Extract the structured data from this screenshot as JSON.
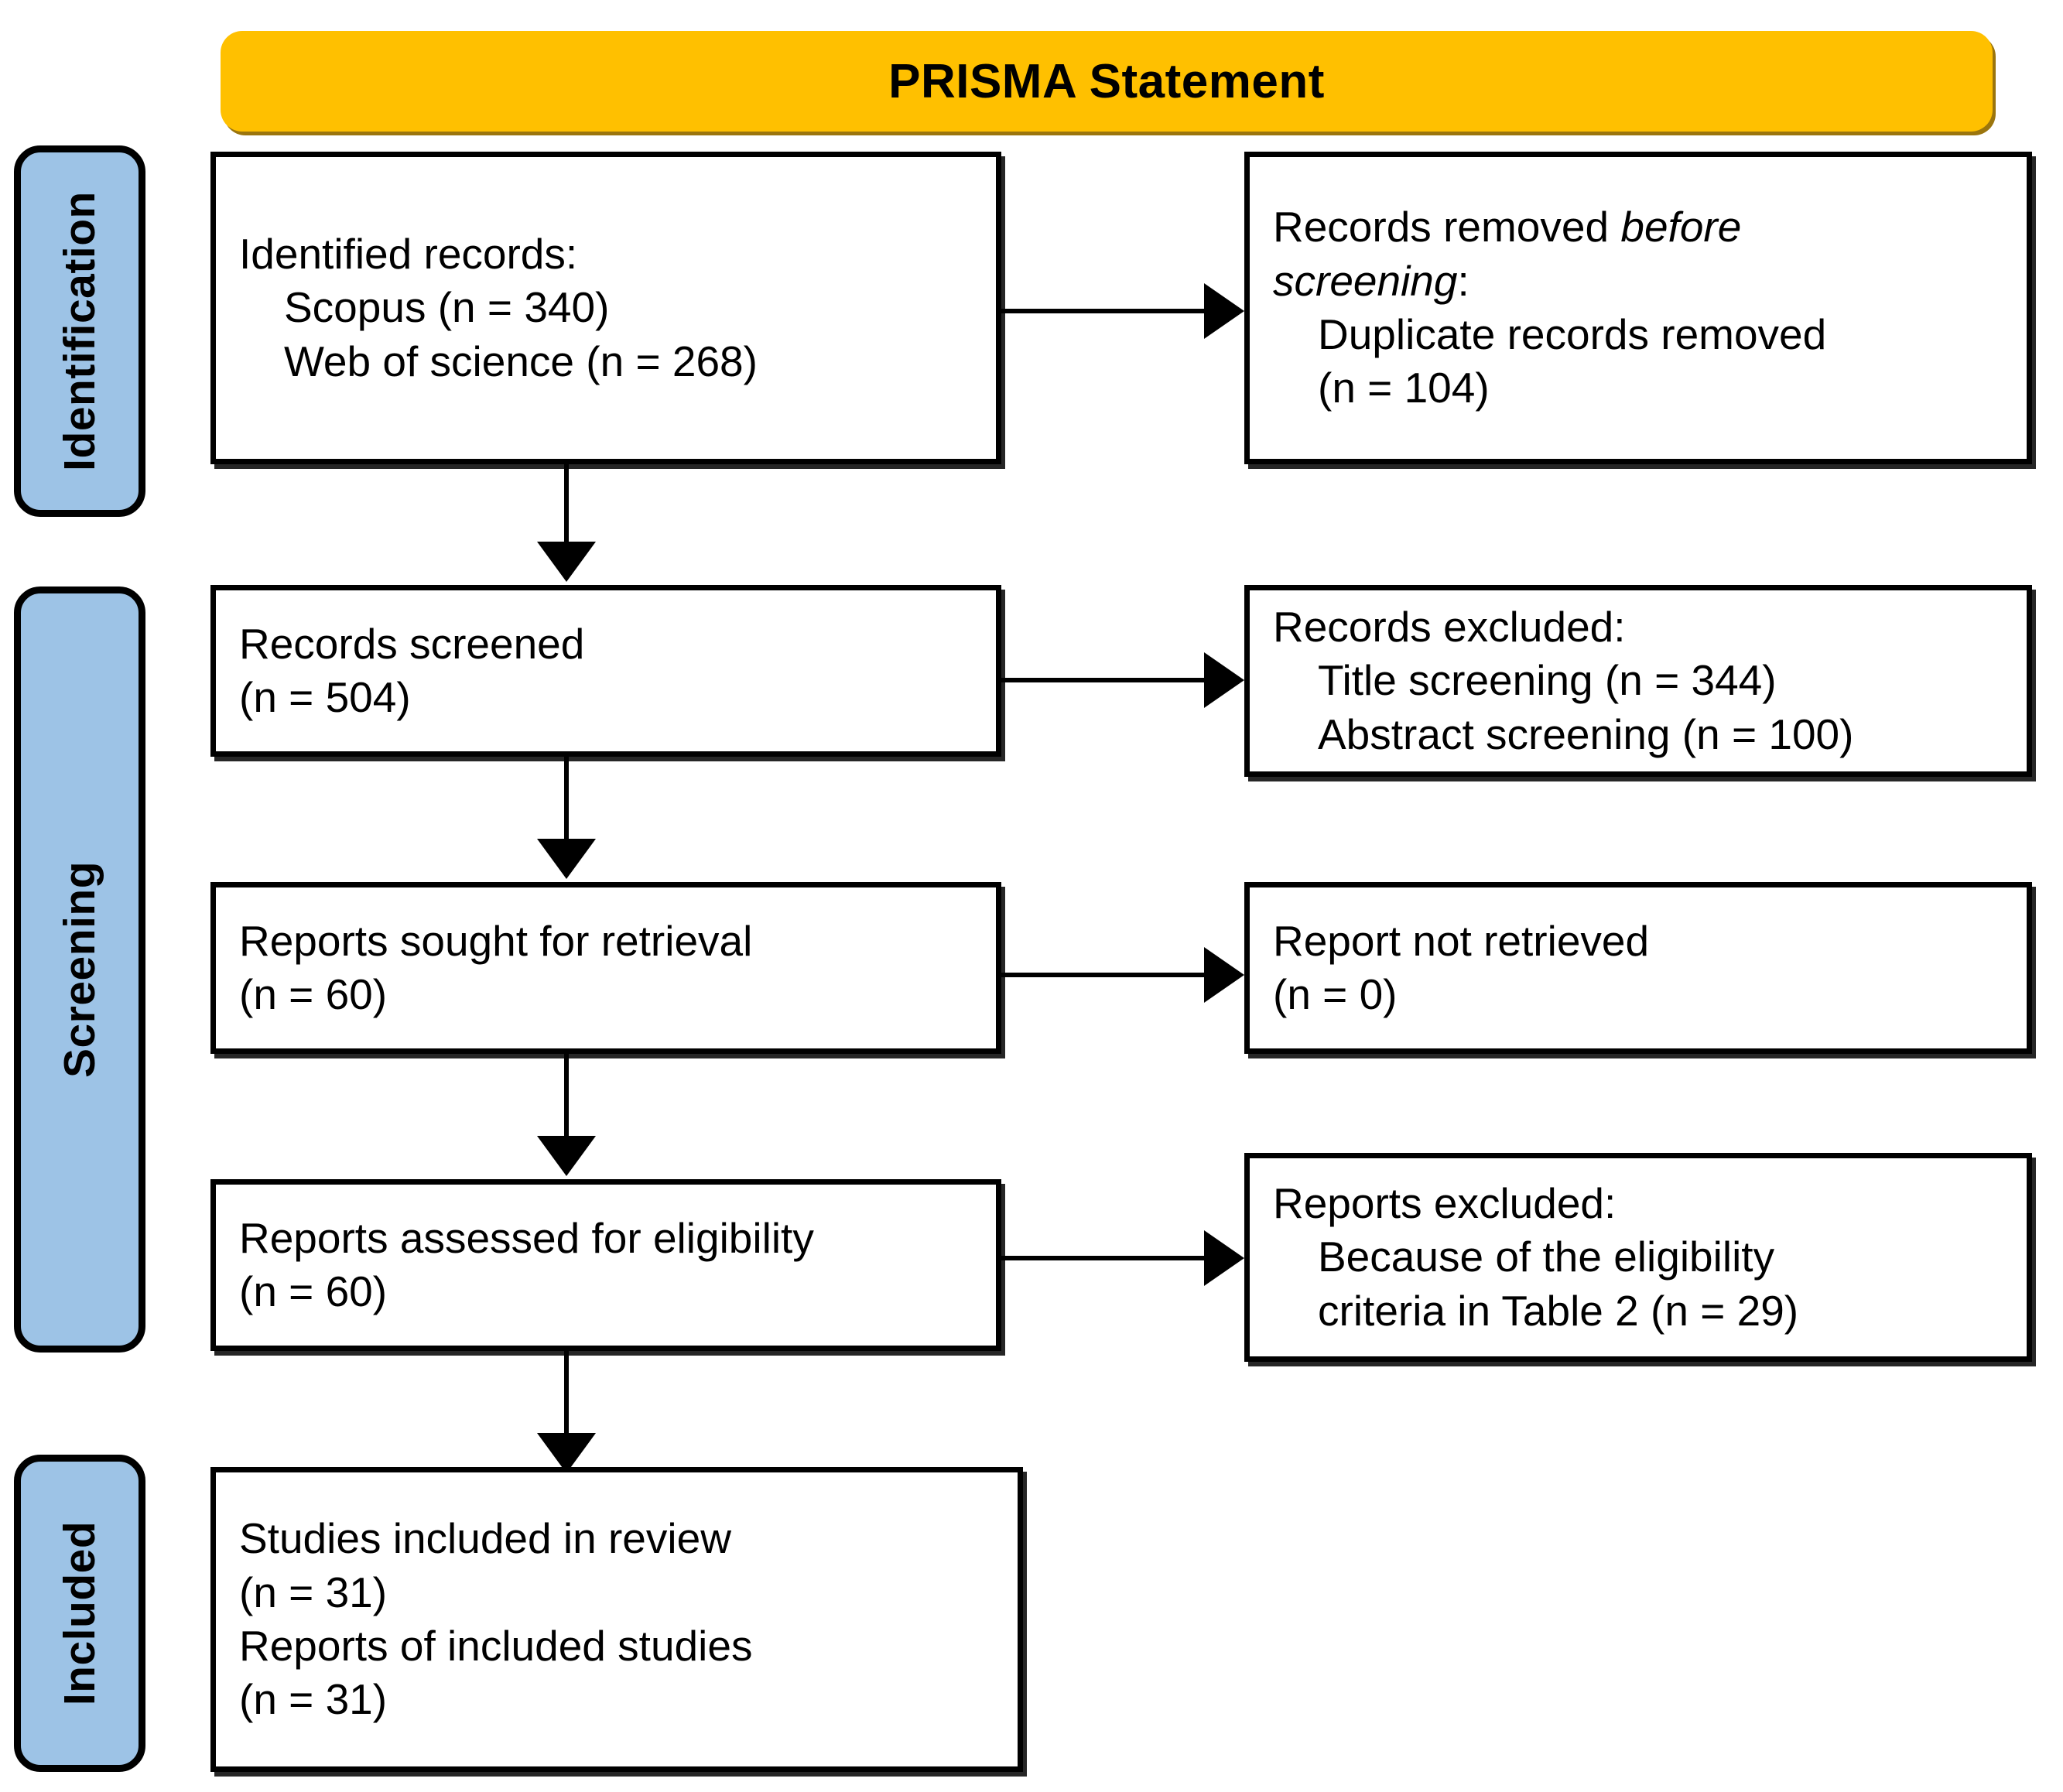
{
  "banner": {
    "title": "PRISMA Statement",
    "color": "#FFC000"
  },
  "colors": {
    "banner_fill": "#FFC000",
    "stage_label_fill": "#9DC3E6",
    "box_border": "#000000",
    "box_fill": "#FFFFFF",
    "text": "#000000"
  },
  "stages": [
    {
      "label": "Identification"
    },
    {
      "label": "Screening"
    },
    {
      "label": "Included"
    }
  ],
  "boxes": {
    "identified_records": {
      "line1": "Identified records:",
      "line2": "Scopus (n = 340)",
      "line3": "Web of science (n = 268)"
    },
    "records_removed": {
      "line1_pre": "Records removed ",
      "line1_em": "before",
      "line2_em": "screening",
      "line2_post": ":",
      "line3": "Duplicate records removed",
      "line4": "(n = 104)"
    },
    "records_screened": {
      "line1": "Records screened",
      "line2": "(n = 504)"
    },
    "records_excluded": {
      "line1": "Records excluded:",
      "line2": "Title screening (n = 344)",
      "line3": "Abstract screening (n = 100)"
    },
    "reports_sought": {
      "line1": "Reports sought for retrieval",
      "line2": "(n = 60)"
    },
    "report_not_retrieved": {
      "line1": "Report not retrieved",
      "line2": "(n = 0)"
    },
    "reports_assessed": {
      "line1": "Reports assessed for eligibility",
      "line2": "(n = 60)"
    },
    "reports_excluded": {
      "line1": "Reports excluded:",
      "line2": "Because of the eligibility",
      "line3": "criteria in Table 2 (n = 29)"
    },
    "studies_included": {
      "line1": "Studies included in review",
      "line2": "(n = 31)",
      "line3": "Reports of included studies",
      "line4": "(n = 31)"
    }
  }
}
